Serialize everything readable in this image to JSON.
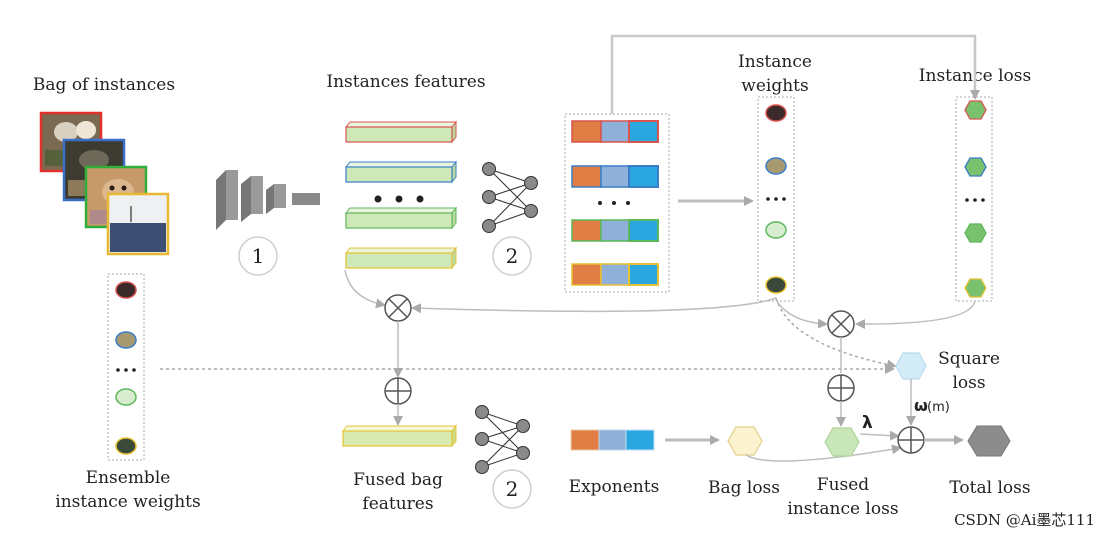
{
  "labels": {
    "bag_of_instances": "Bag of instances",
    "instances_features": "Instances features",
    "instance_weights_line1": "Instance",
    "instance_weights_line2": "weights",
    "instance_loss": "Instance loss",
    "ensemble_line1": "Ensemble",
    "ensemble_line2": "instance weights",
    "fused_bag_line1": "Fused bag",
    "fused_bag_line2": "features",
    "exponents": "Exponents",
    "bag_loss": "Bag loss",
    "fused_instance_line1": "Fused",
    "fused_instance_line2": "instance loss",
    "total_loss": "Total loss",
    "square_loss_line1": "Square",
    "square_loss_line2": "loss",
    "omega": "ω",
    "omega_sub": "(m)",
    "lambda": "λ",
    "step1": "1",
    "step2a": "2",
    "step2b": "2",
    "watermark": "CSDN @Ai墨芯111"
  },
  "colors": {
    "red": "#d9534f",
    "blue": "#3a7ec8",
    "green": "#5cb85c",
    "yellow": "#e8c233",
    "bar_fill": "#cfe8b8",
    "orange": "#e07d45",
    "mid_blue": "#8fb0d8",
    "cyan": "#2ba7e0",
    "hex_green": "#79c16c",
    "hex_light_blue": "#d4ecf8",
    "hex_cream": "#fbf3cf",
    "hex_light_green": "#c9e6b8",
    "hex_gray": "#8c8c8c",
    "arrow": "#b5b5b5"
  }
}
